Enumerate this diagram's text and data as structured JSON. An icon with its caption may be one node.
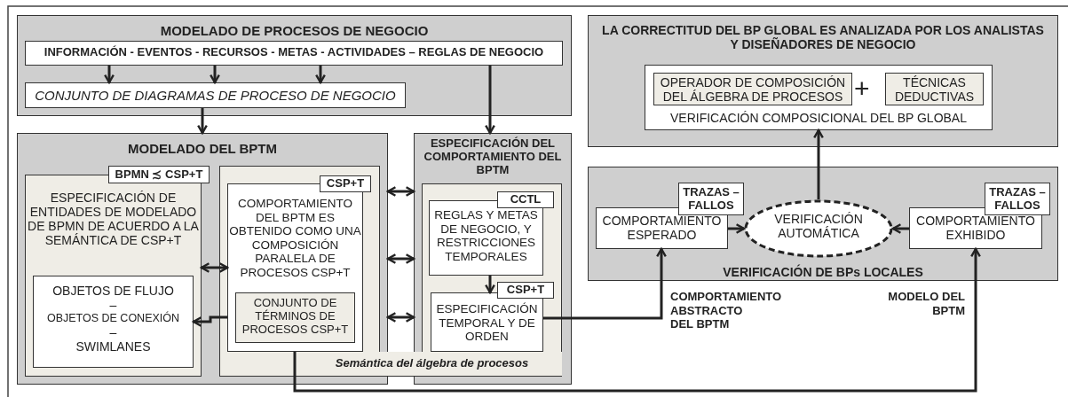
{
  "diagram": {
    "nodes": [
      {
        "text": [
          "MODELADO DE PROCESOS DE NEGOCIO"
        ]
      },
      {
        "text": [
          "INFORMACIÓN - EVENTOS - RECURSOS - METAS - ACTIVIDADES – REGLAS DE NEGOCIO"
        ],
        "in": 0
      },
      {
        "text": [
          "CONJUNTO DE DIAGRAMAS DE PROCESO DE NEGOCIO"
        ],
        "in": 0
      },
      {
        "text": [
          "MODELADO DEL BPTM"
        ]
      },
      {
        "text": [
          "BPMN ≾ CSP+T",
          "ESPECIFICACIÓN DE ENTIDADES DE MODELADO DE BPMN DE ACUERDO A LA SEMÁNTICA DE CSP+T"
        ],
        "in": 3
      },
      {
        "text": [
          "OBJETOS DE FLUJO",
          "–",
          "OBJETOS DE CONEXIÓN",
          "–",
          "SWIMLANES"
        ],
        "in": 4
      },
      {
        "text": [
          "CSP+T",
          "COMPORTAMIENTO DEL BPTM ES OBTENIDO COMO UNA COMPOSICIÓN PARALELA DE PROCESOS CSP+T"
        ],
        "in": 3
      },
      {
        "text": [
          "CONJUNTO DE TÉRMINOS DE PROCESOS CSP+T"
        ],
        "in": 6
      },
      {
        "text": [
          "ESPECIFICACIÓN DEL COMPORTAMIENTO DEL BPTM"
        ]
      },
      {
        "text": [
          "CCTL",
          "REGLAS Y METAS DE NEGOCIO, Y RESTRICCIONES TEMPORALES"
        ],
        "in": 8
      },
      {
        "text": [
          "CSP+T",
          "ESPECIFICACIÓN TEMPORAL Y DE ORDEN"
        ],
        "in": 8
      },
      {
        "text": [
          "Semántica del álgebra de procesos"
        ]
      },
      {
        "text": [
          "LA CORRECTITUD DEL BP GLOBAL ES ANALIZADA POR LOS ANALISTAS Y DISEÑADORES DE NEGOCIO"
        ]
      },
      {
        "text": [
          "VERIFICACIÓN COMPOSICIONAL DEL BP GLOBAL"
        ],
        "in": 12
      },
      {
        "text": [
          "OPERADOR DE COMPOSICIÓN DEL ÁLGEBRA DE PROCESOS"
        ],
        "in": 13
      },
      {
        "text": [
          "TÉCNICAS DEDUCTIVAS"
        ],
        "in": 13
      },
      {
        "text": [
          "VERIFICACIÓN DE BPs LOCALES"
        ]
      },
      {
        "text": [
          "TRAZAS – FALLOS",
          "COMPORTAMIENTO ESPERADO"
        ],
        "in": 16
      },
      {
        "text": [
          "VERIFICACIÓN AUTOMÁTICA"
        ],
        "in": 16
      },
      {
        "text": [
          "TRAZAS – FALLOS",
          "COMPORTAMIENTO EXHIBIDO"
        ],
        "in": 16
      }
    ],
    "edges": [
      {
        "from": 1,
        "to": 2,
        "arrow": "to"
      },
      {
        "from": 1,
        "to": 2,
        "arrow": "to"
      },
      {
        "from": 1,
        "to": 2,
        "arrow": "to"
      },
      {
        "from": 2,
        "to": 3,
        "arrow": "to"
      },
      {
        "from": 1,
        "to": 8,
        "arrow": "to"
      },
      {
        "from": 4,
        "to": 6,
        "arrow": "both"
      },
      {
        "from": 6,
        "to": 5,
        "arrow": "to"
      },
      {
        "from": 3,
        "to": 8,
        "arrow": "both"
      },
      {
        "from": 3,
        "to": 8,
        "arrow": "both"
      },
      {
        "from": 3,
        "to": 8,
        "arrow": "both"
      },
      {
        "from": 9,
        "to": 10,
        "arrow": "to"
      },
      {
        "from": 10,
        "to": 17,
        "arrow": "to",
        "label": "COMPORTAMIENTO ABSTRACTO DEL BPTM"
      },
      {
        "from": 6,
        "to": 19,
        "arrow": "to",
        "label": "MODELO DEL BPTM"
      },
      {
        "from": 17,
        "to": 18,
        "arrow": "to"
      },
      {
        "from": 19,
        "to": 18,
        "arrow": "to"
      },
      {
        "from": 18,
        "to": 13,
        "arrow": "to"
      }
    ],
    "labels": [
      "+"
    ]
  }
}
